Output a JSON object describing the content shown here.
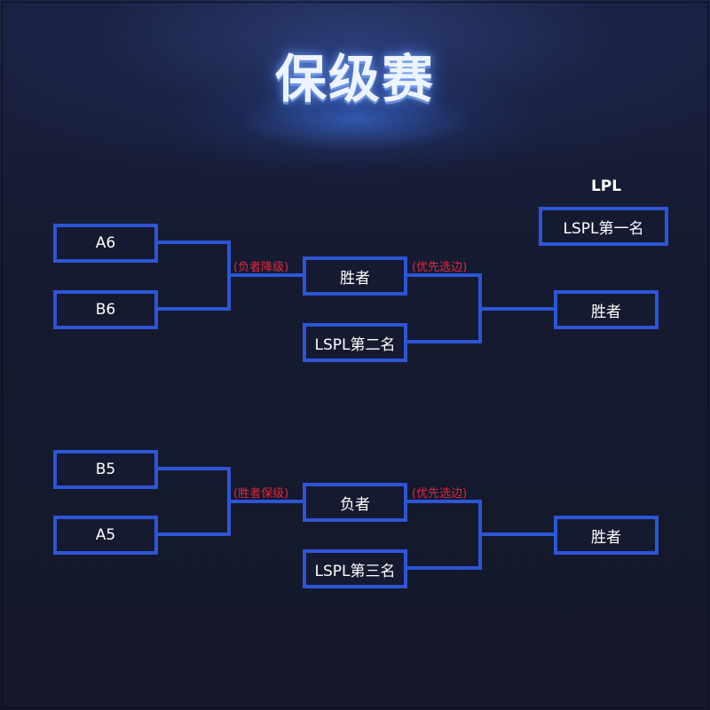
{
  "title": "保级赛",
  "lpl": {
    "label": "LPL",
    "seed": "LSPL第一名"
  },
  "bracket_1": {
    "team_a": "A6",
    "team_b": "B6",
    "note_round1": "(负者降级)",
    "round1_result": "胜者",
    "challenger": "LSPL第二名",
    "note_round2": "(优先选边)",
    "final_result": "胜者"
  },
  "bracket_2": {
    "team_a": "B5",
    "team_b": "A5",
    "note_round1": "(胜者保级)",
    "round1_result": "负者",
    "challenger": "LSPL第三名",
    "note_round2": "(优先选边)",
    "final_result": "胜者"
  },
  "colors": {
    "box_border": "#2d55d6",
    "note_text": "#e0283e",
    "background": "#151a30"
  }
}
